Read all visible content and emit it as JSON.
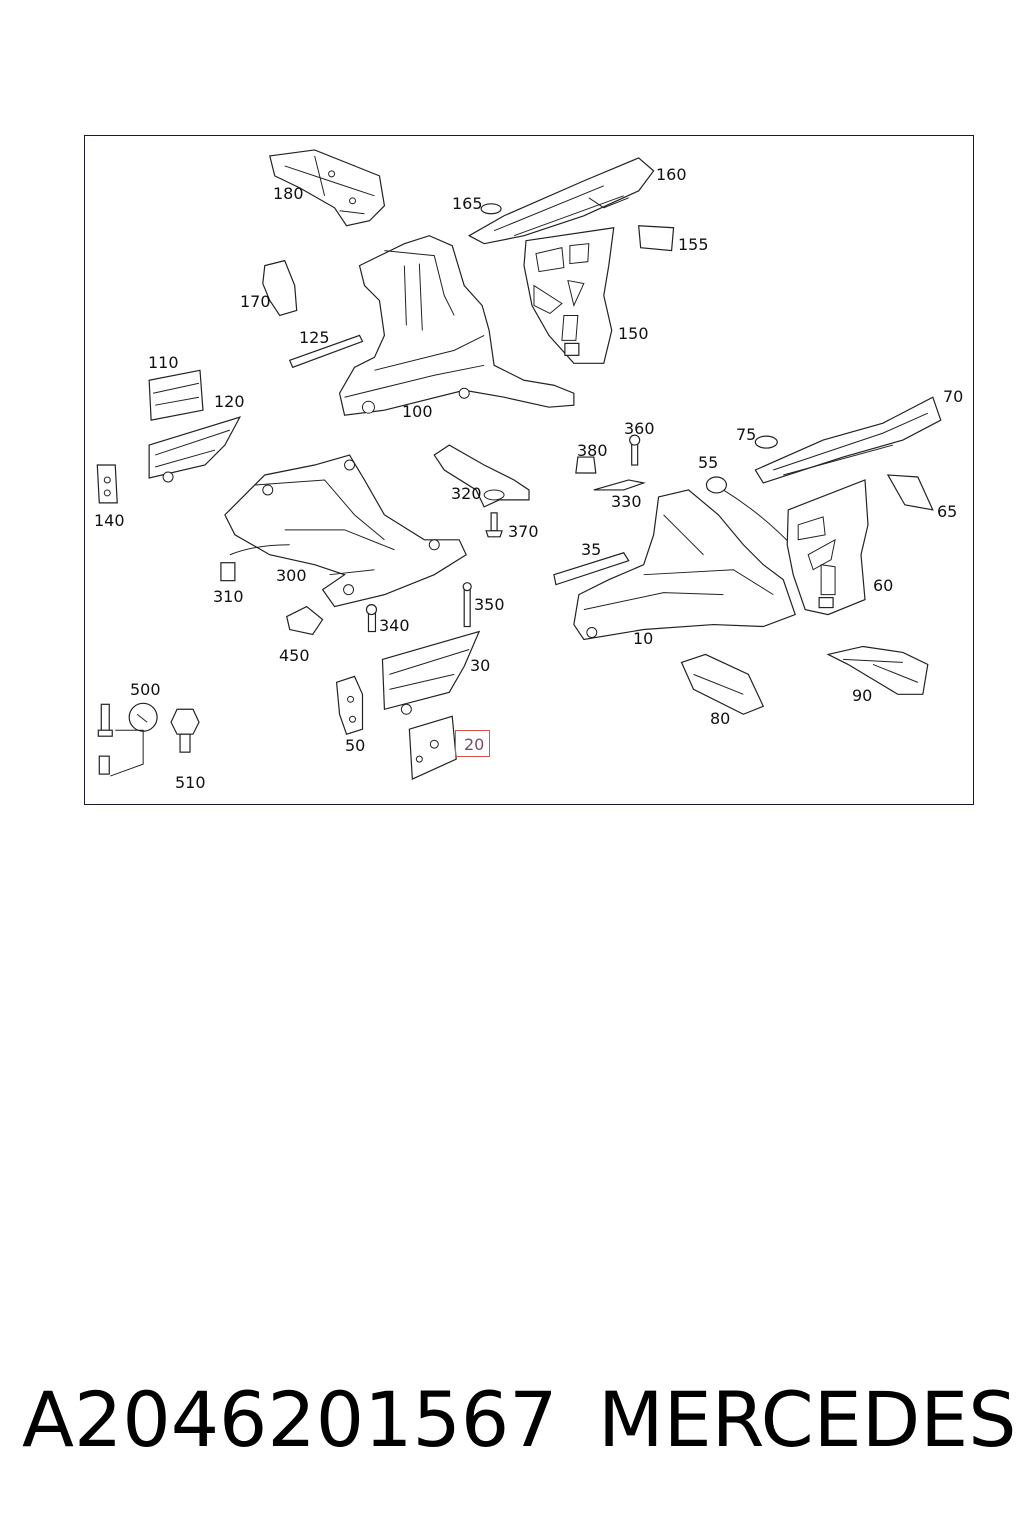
{
  "diagram": {
    "callouts": [
      {
        "id": "180",
        "text": "180"
      },
      {
        "id": "165",
        "text": "165"
      },
      {
        "id": "160",
        "text": "160"
      },
      {
        "id": "155",
        "text": "155"
      },
      {
        "id": "170",
        "text": "170"
      },
      {
        "id": "150",
        "text": "150"
      },
      {
        "id": "125",
        "text": "125"
      },
      {
        "id": "110",
        "text": "110"
      },
      {
        "id": "120",
        "text": "120"
      },
      {
        "id": "100",
        "text": "100"
      },
      {
        "id": "70",
        "text": "70"
      },
      {
        "id": "75",
        "text": "75"
      },
      {
        "id": "360",
        "text": "360"
      },
      {
        "id": "380",
        "text": "380"
      },
      {
        "id": "55",
        "text": "55"
      },
      {
        "id": "140",
        "text": "140"
      },
      {
        "id": "320",
        "text": "320"
      },
      {
        "id": "330",
        "text": "330"
      },
      {
        "id": "65",
        "text": "65"
      },
      {
        "id": "370",
        "text": "370"
      },
      {
        "id": "35",
        "text": "35"
      },
      {
        "id": "300",
        "text": "300"
      },
      {
        "id": "60",
        "text": "60"
      },
      {
        "id": "310",
        "text": "310"
      },
      {
        "id": "350",
        "text": "350"
      },
      {
        "id": "340",
        "text": "340"
      },
      {
        "id": "10",
        "text": "10"
      },
      {
        "id": "450",
        "text": "450"
      },
      {
        "id": "30",
        "text": "30"
      },
      {
        "id": "90",
        "text": "90"
      },
      {
        "id": "500",
        "text": "500"
      },
      {
        "id": "80",
        "text": "80"
      },
      {
        "id": "50",
        "text": "50"
      },
      {
        "id": "20",
        "text": "20",
        "highlighted": true
      },
      {
        "id": "510",
        "text": "510"
      }
    ],
    "highlight_color": "#d9534f"
  },
  "caption": {
    "part_number": "A2046201567",
    "brand": "MERCEDES"
  }
}
